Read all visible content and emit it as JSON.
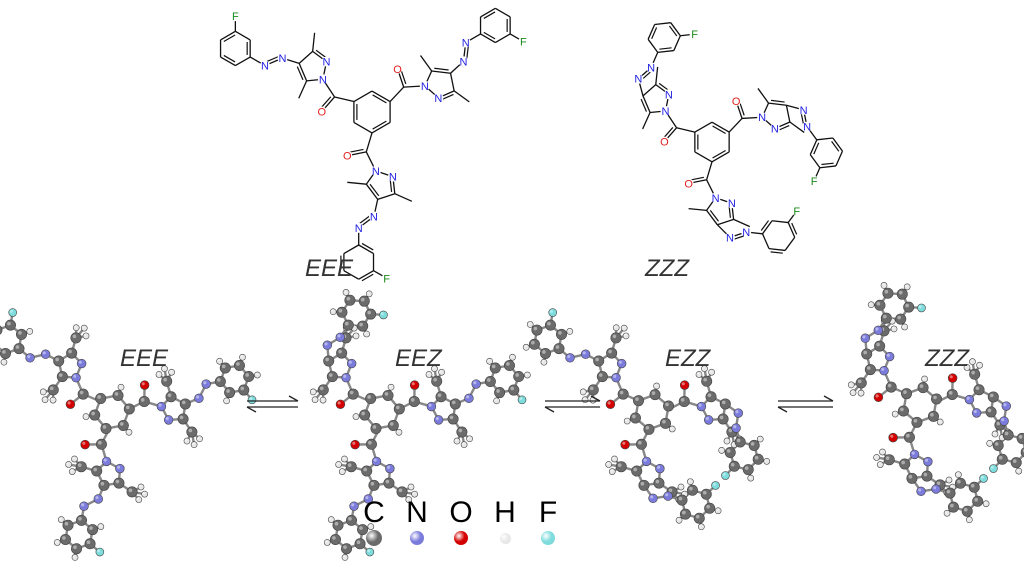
{
  "skeletal": [
    {
      "label": "EEE",
      "config": "EEE"
    },
    {
      "label": "ZZZ",
      "config": "ZZZ"
    }
  ],
  "models": [
    {
      "label": "EEE",
      "config": "EEE"
    },
    {
      "label": "EEZ",
      "config": "EEZ"
    },
    {
      "label": "EZZ",
      "config": "EZZ"
    },
    {
      "label": "ZZZ",
      "config": "ZZZ"
    }
  ],
  "equilibrium_arrows": 3,
  "legend": [
    {
      "symbol": "C",
      "color": "#6b6b6b"
    },
    {
      "symbol": "N",
      "color": "#7b7bdc"
    },
    {
      "symbol": "O",
      "color": "#d40000"
    },
    {
      "symbol": "H",
      "color": "#e8e8e8"
    },
    {
      "symbol": "F",
      "color": "#7fdcdc"
    }
  ],
  "skeletal_label_colors": {
    "N": "#1f1fe0",
    "O": "#e01f1f",
    "F": "#1a8a1a"
  }
}
